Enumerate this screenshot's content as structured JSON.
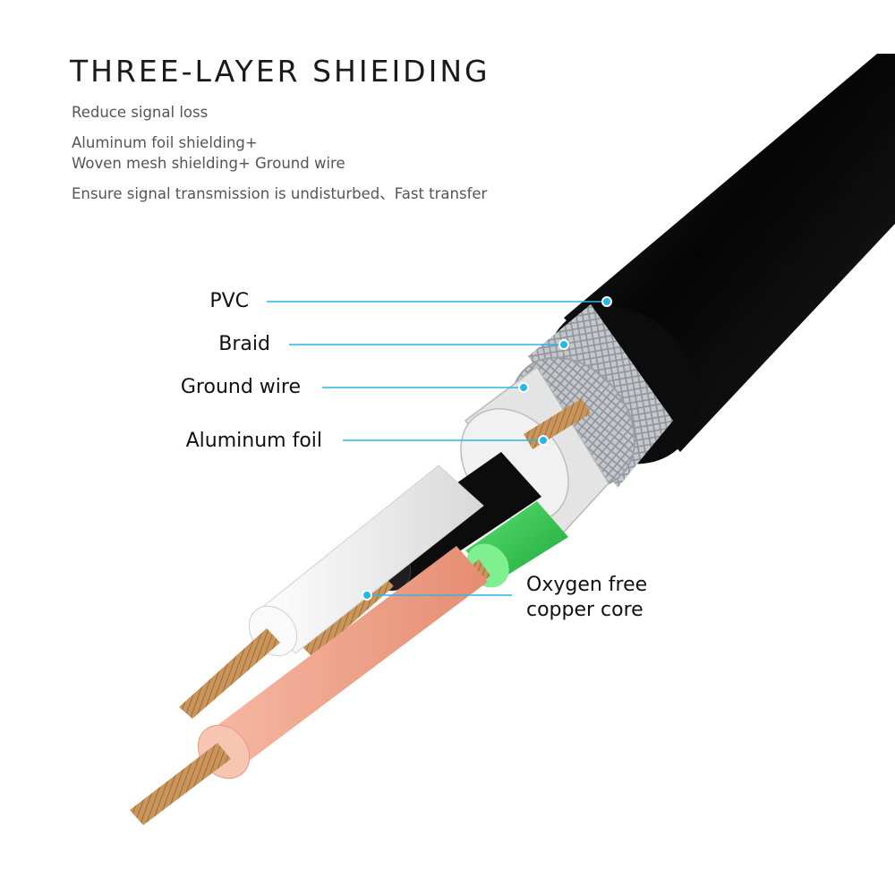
{
  "heading": "THREE-LAYER SHIEIDING",
  "descriptions": [
    "Reduce signal loss",
    "Aluminum foil shielding+",
    "Woven mesh shielding+ Ground wire",
    "Ensure signal transmission is undisturbed、Fast transfer"
  ],
  "callouts": {
    "pvc": "PVC",
    "braid": "Braid",
    "ground_wire": "Ground wire",
    "aluminum_foil": "Aluminum foil",
    "copper_core_line1": "Oxygen free",
    "copper_core_line2": "copper core"
  },
  "colors": {
    "leader_line": "#29b6e8",
    "jacket": "#141414",
    "braid": "#c9ccd0",
    "foil": "#e6e6e6",
    "wire_white": "#f2f2f2",
    "wire_black": "#101010",
    "wire_pink": "#f2a58c",
    "wire_green": "#3fcf5a",
    "copper": "#c8955a"
  }
}
